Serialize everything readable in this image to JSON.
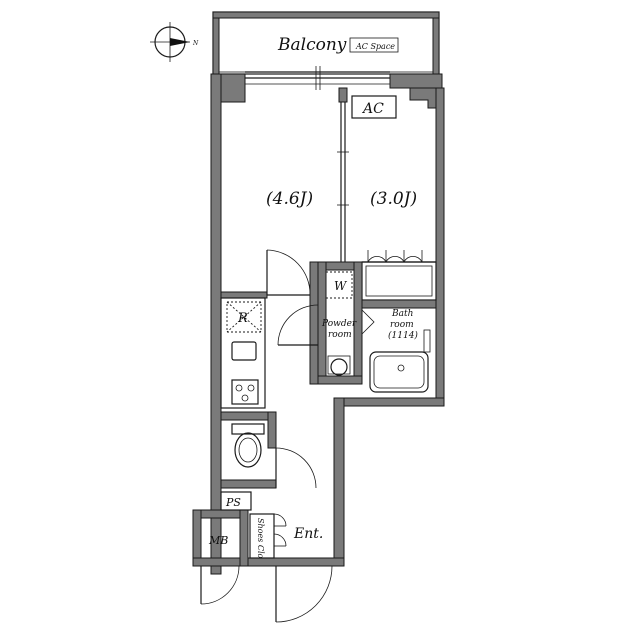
{
  "labels": {
    "balcony": "Balcony",
    "ac_space": "AC Space",
    "ac": "AC",
    "room_western": "(4.6J)",
    "room_second": "(3.0J)",
    "refrigerator": "R",
    "washer": "W",
    "powder_room_line1": "Powder",
    "powder_room_line2": "room",
    "bath_line1": "Bath",
    "bath_line2": "room",
    "bath_line3": "(1114)",
    "ps": "PS",
    "mb": "MB",
    "shoes_closet": "Shoes Clo",
    "entrance": "Ent.",
    "compass_north": "N"
  }
}
